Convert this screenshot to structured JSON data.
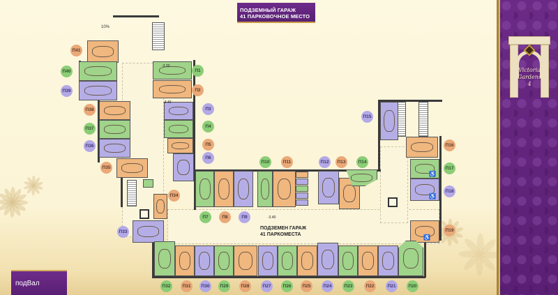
{
  "header": {
    "title_line1": "ПОДЗЕМНЫЙ ГАРАЖ",
    "title_line2": "41 ПАРКОВОЧНОЕ МЕСТО"
  },
  "floor_tag": "подВал",
  "brand": {
    "line1": "Victoria",
    "line2": "Gardens",
    "line3": "4"
  },
  "plan": {
    "center_label_line1": "ПОДЗЕМЕН ГАРАЖ",
    "center_label_line2": "41 ПАРКОМЕСТА",
    "slope": "10%",
    "levels": [
      "-3.20",
      "-3.40",
      "-3.40"
    ]
  },
  "legend_colors": {
    "orange": "#f0b77e",
    "green": "#9fd48a",
    "purple": "#b5aee6",
    "panel_purple": "#5e2378",
    "gold": "#c79b44"
  },
  "spots": [
    {
      "id": "П1",
      "color": "green"
    },
    {
      "id": "П2",
      "color": "orange"
    },
    {
      "id": "П3",
      "color": "purple"
    },
    {
      "id": "П4",
      "color": "green"
    },
    {
      "id": "П5",
      "color": "orange"
    },
    {
      "id": "П6",
      "color": "purple"
    },
    {
      "id": "П7",
      "color": "green"
    },
    {
      "id": "П8",
      "color": "orange"
    },
    {
      "id": "П9",
      "color": "purple"
    },
    {
      "id": "П10",
      "color": "green"
    },
    {
      "id": "П11",
      "color": "orange"
    },
    {
      "id": "П12",
      "color": "purple"
    },
    {
      "id": "П13",
      "color": "orange"
    },
    {
      "id": "П14",
      "color": "green"
    },
    {
      "id": "П15",
      "color": "purple"
    },
    {
      "id": "П16",
      "color": "orange"
    },
    {
      "id": "П17",
      "color": "green"
    },
    {
      "id": "П18",
      "color": "purple"
    },
    {
      "id": "П19",
      "color": "orange"
    },
    {
      "id": "П20",
      "color": "green"
    },
    {
      "id": "П21",
      "color": "purple"
    },
    {
      "id": "П22",
      "color": "orange"
    },
    {
      "id": "П23",
      "color": "green"
    },
    {
      "id": "П24",
      "color": "purple"
    },
    {
      "id": "П25",
      "color": "orange"
    },
    {
      "id": "П26",
      "color": "green"
    },
    {
      "id": "П27",
      "color": "purple"
    },
    {
      "id": "П28",
      "color": "orange"
    },
    {
      "id": "П29",
      "color": "green"
    },
    {
      "id": "П30",
      "color": "purple"
    },
    {
      "id": "П31",
      "color": "orange"
    },
    {
      "id": "П32",
      "color": "green"
    },
    {
      "id": "П33",
      "color": "purple"
    },
    {
      "id": "П34",
      "color": "orange"
    },
    {
      "id": "П35",
      "color": "orange"
    },
    {
      "id": "П36",
      "color": "purple"
    },
    {
      "id": "П37",
      "color": "green"
    },
    {
      "id": "П38",
      "color": "orange"
    },
    {
      "id": "П39",
      "color": "purple"
    },
    {
      "id": "П40",
      "color": "green"
    },
    {
      "id": "П41",
      "color": "orange"
    }
  ]
}
